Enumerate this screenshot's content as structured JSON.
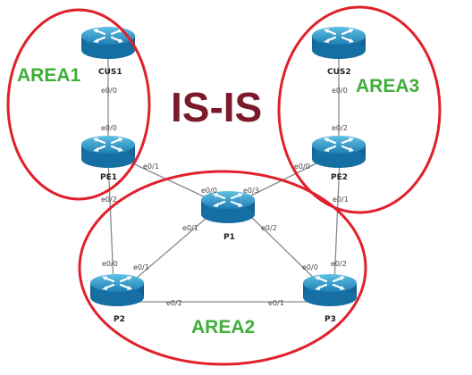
{
  "title": "IS-IS",
  "colors": {
    "area_border": "#e0202a",
    "area_label": "#3fae3a",
    "title": "#7a1a2a",
    "link": "#8a8a8a",
    "router": "#1f86b8"
  },
  "areas": {
    "area1": "AREA1",
    "area2": "AREA2",
    "area3": "AREA3"
  },
  "routers": {
    "cus1": "CUS1",
    "cus2": "CUS2",
    "pe1": "PE1",
    "pe2": "PE2",
    "p1": "P1",
    "p2": "P2",
    "p3": "P3"
  },
  "links": {
    "cus1_pe1": {
      "a": "e0/0",
      "b": "e0/0"
    },
    "cus2_pe2": {
      "a": "e0/0",
      "b": "e0/2"
    },
    "pe1_p1": {
      "a": "e0/1",
      "b": "e0/0"
    },
    "pe2_p1": {
      "a": "e0/0",
      "b": "e0/3"
    },
    "pe1_p2": {
      "a": "e0/2",
      "b": "e0/0"
    },
    "pe2_p3": {
      "a": "e0/1",
      "b": "e0/2"
    },
    "p1_p2": {
      "a": "e0/1",
      "b": "e0/1"
    },
    "p1_p3": {
      "a": "e0/2",
      "b": "e0/0"
    },
    "p2_p3": {
      "a": "e0/2",
      "b": "e0/1"
    }
  }
}
